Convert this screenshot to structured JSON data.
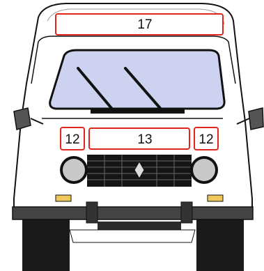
{
  "zones": {
    "roof": {
      "number": "17"
    },
    "left_grille": {
      "number": "12"
    },
    "center_grille": {
      "number": "13"
    },
    "right_grille": {
      "number": "12"
    }
  },
  "colors": {
    "outline": "#111111",
    "zone_outline": "#e0251b",
    "windshield": "#cdd2f0",
    "tyre": "#1a1a1a",
    "bumper": "#444444",
    "grille": "#151515",
    "headlamp": "#c8c8c8",
    "indicator": "#f0c75a"
  }
}
